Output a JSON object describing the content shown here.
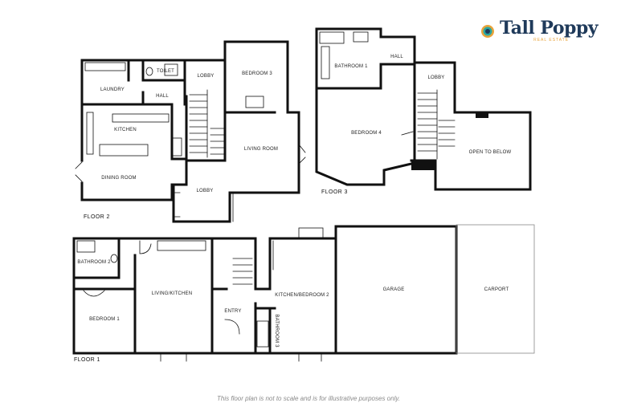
{
  "brand": {
    "name": "Tall Poppy",
    "tagline": "REAL ESTATE",
    "colors": {
      "navy": "#1f3a5a",
      "teal": "#2aa7a1",
      "orange": "#e8a33a",
      "wall": "#111111"
    }
  },
  "floors": {
    "floor2": {
      "label": "FLOOR 2",
      "rooms": {
        "laundry": "LAUNDRY",
        "toilet": "TOILET",
        "hall": "HALL",
        "lobby_top": "LOBBY",
        "bedroom3": "BEDROOM 3",
        "kitchen": "KITCHEN",
        "living_room": "LIVING ROOM",
        "dining_room": "DINING ROOM",
        "lobby_bottom": "LOBBY"
      }
    },
    "floor3": {
      "label": "FLOOR 3",
      "rooms": {
        "bathroom": "BATHROOM 1",
        "hall": "HALL",
        "lobby": "LOBBY",
        "bedroom4": "BEDROOM 4",
        "open_to_below": "OPEN TO BELOW"
      }
    },
    "floor1": {
      "label": "FLOOR 1",
      "rooms": {
        "bathroom": "BATHROOM 2",
        "living_kitchen": "LIVING/KITCHEN",
        "bedroom1": "BEDROOM 1",
        "entry": "ENTRY",
        "kitchen_bedroom2": "KITCHEN/BEDROOM 2",
        "bathroom3": "BATHROOM 3",
        "garage": "GARAGE",
        "carport": "CARPORT"
      }
    }
  },
  "disclaimer": "This floor plan is not to scale and is for illustrative purposes only."
}
